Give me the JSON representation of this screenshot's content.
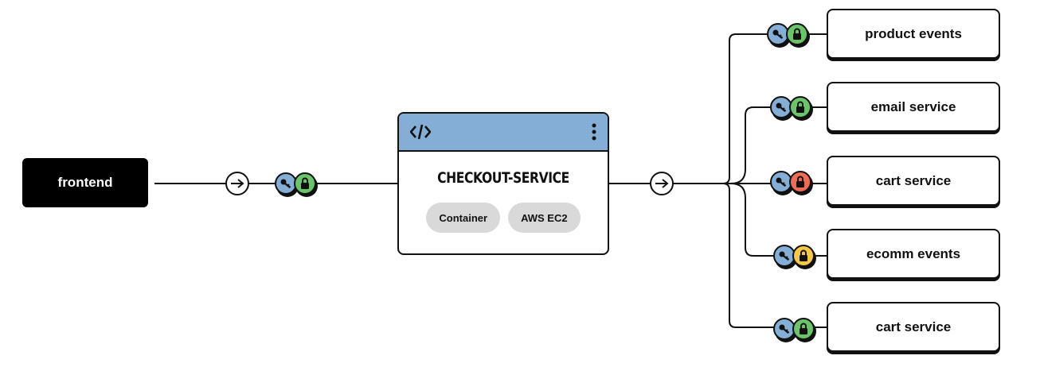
{
  "source": {
    "label": "frontend"
  },
  "service": {
    "title": "CHECKOUT-SERVICE",
    "tags": [
      "Container",
      "AWS EC2"
    ]
  },
  "colors": {
    "key": "#84aed6",
    "header": "#84aed6",
    "lock_green": "#6cc46a",
    "lock_red": "#ee6b55",
    "lock_yellow": "#f5c945"
  },
  "inbound_badge": {
    "key_icon": "key-icon",
    "lock_icon": "lock-icon",
    "status": "green"
  },
  "targets": [
    {
      "label": "product events",
      "lock_status": "green"
    },
    {
      "label": "email service",
      "lock_status": "green"
    },
    {
      "label": "cart service",
      "lock_status": "red"
    },
    {
      "label": "ecomm events",
      "lock_status": "yellow"
    },
    {
      "label": "cart service",
      "lock_status": "green"
    }
  ]
}
